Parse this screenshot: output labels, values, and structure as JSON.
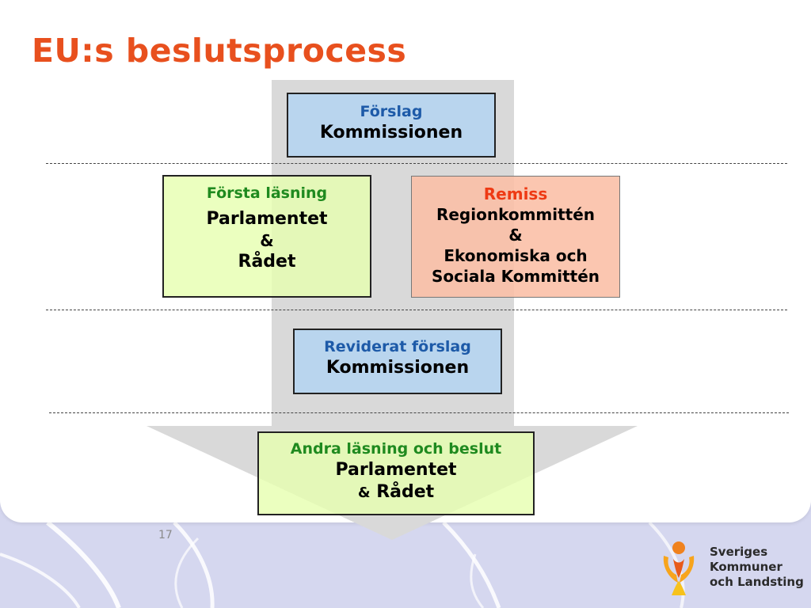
{
  "slide": {
    "title": "EU:s beslutsprocess",
    "page_number": "17"
  },
  "boxes": {
    "proposal": {
      "label": "Förslag",
      "body": "Kommissionen"
    },
    "first_reading": {
      "label": "Första läsning",
      "line1": "Parlamentet",
      "amp": "&",
      "line2": "Rådet"
    },
    "consultation": {
      "label": "Remiss",
      "line1": "Regionkommittén",
      "amp": "&",
      "line2": "Ekonomiska och",
      "line3": "Sociala Kommittén"
    },
    "revised_proposal": {
      "label": "Reviderat förslag",
      "body": "Kommissionen"
    },
    "second_reading": {
      "label": "Andra läsning och beslut",
      "line1": "Parlamentet",
      "amp": "&",
      "line2": "Rådet"
    }
  },
  "logo": {
    "lines": [
      "Sveriges",
      "Kommuner",
      "och Landsting"
    ]
  },
  "colors": {
    "title": "#e8501e",
    "label_blue": "#1d5aa8",
    "label_green": "#1f8a1f",
    "label_red": "#ee3a14",
    "box_blue": "#b6d5f0",
    "box_green": "#e6ffaf",
    "box_salmon": "#fbbea5",
    "arrow_gray": "#d9d9d9",
    "background_lavender": "#d4d6ee"
  }
}
